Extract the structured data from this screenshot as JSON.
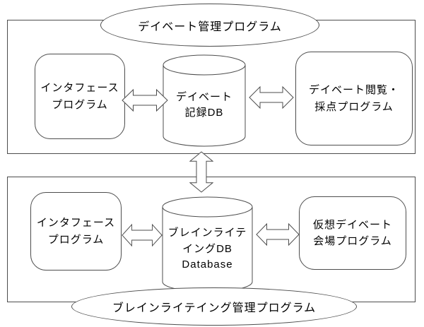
{
  "top": {
    "title": "デイベート管理プログラム",
    "interface_box": {
      "line1": "インタフェース",
      "line2": "プログラム"
    },
    "db": {
      "line1": "デイベート",
      "line2": "記録DB"
    },
    "viewer_box": {
      "line1": "デイベート閲覧・",
      "line2": "採点プログラム"
    }
  },
  "bottom": {
    "title": "ブレインライテイング管理プログラム",
    "interface_box": {
      "line1": "インタフェース",
      "line2": "プログラム"
    },
    "db": {
      "line1": "ブレインライテ",
      "line2": "イングDB",
      "line3": "Database"
    },
    "venue_box": {
      "line1": "仮想デイベート",
      "line2": "会場プログラム"
    }
  },
  "icons": {
    "horizontal_connector": "double-headed-block-arrow",
    "vertical_connector": "double-headed-block-arrow"
  },
  "colors": {
    "line": "#4d4d4d",
    "text": "#000000",
    "background": "#ffffff"
  }
}
